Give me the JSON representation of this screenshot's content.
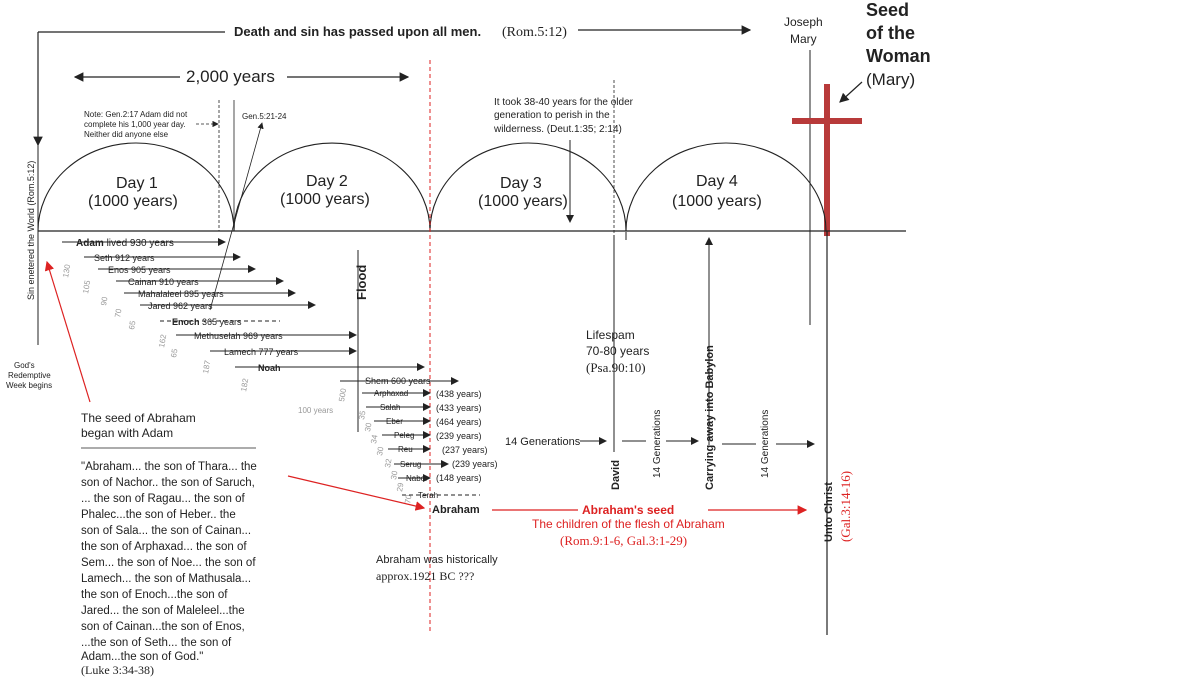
{
  "header": {
    "death_text": "Death and sin has passed upon all men.",
    "death_ref": "(Rom.5:12)",
    "two_thousand": "2,000 years",
    "joseph": "Joseph",
    "mary": "Mary",
    "seed_line1": "Seed",
    "seed_line2": "of the",
    "seed_line3": "Woman",
    "seed_line4": "(Mary)"
  },
  "notes": {
    "gen_note_1": "Note: Gen.2:17 Adam did not",
    "gen_note_2": "complete his 1,000 year day.",
    "gen_note_3": "Neither did anyone else",
    "gen5": "Gen.5:21-24",
    "wilderness_1": "It took 38-40 years for the older",
    "wilderness_2": "generation to perish in the",
    "wilderness_3": "wilderness. (Deut.1:35; 2:14)"
  },
  "days": [
    {
      "label": "Day 1",
      "years": "(1000 years)"
    },
    {
      "label": "Day 2",
      "years": "(1000 years)"
    },
    {
      "label": "Day 3",
      "years": "(1000 years)"
    },
    {
      "label": "Day 4",
      "years": "(1000 years)"
    }
  ],
  "left": {
    "sin_entered": "Sin enetered the World  (Rom.5:12)",
    "gods_week_1": "God's",
    "gods_week_2": "Redemptive",
    "gods_week_3": "Week begins"
  },
  "patriarchs": [
    {
      "name": "Adam",
      "years": "lived 930 years"
    },
    {
      "name": "Seth",
      "years": "912  years"
    },
    {
      "name": "Enos",
      "years": "905 years"
    },
    {
      "name": "Cainan",
      "years": "910 years"
    },
    {
      "name": "Mahalaleel",
      "years": "895 years"
    },
    {
      "name": "Jared",
      "years": "962 years"
    },
    {
      "name": "Enoch",
      "years": "365 years"
    },
    {
      "name": "Methuselah",
      "years": "969 years"
    },
    {
      "name": "Lamech",
      "years": "777 years"
    },
    {
      "name": "Noah",
      "years": ""
    }
  ],
  "post_flood": [
    {
      "name": "Shem",
      "years": "600 years"
    },
    {
      "name": "Arphaxad",
      "years": "(438 years)"
    },
    {
      "name": "Salah",
      "years": "(433 years)"
    },
    {
      "name": "Eber",
      "years": "(464 years)"
    },
    {
      "name": "Peleg",
      "years": "(239 years)"
    },
    {
      "name": "Reu",
      "years": "(237 years)"
    },
    {
      "name": "Serug",
      "years": "(239 years)"
    },
    {
      "name": "Nabor",
      "years": "(148 years)"
    },
    {
      "name": "Terah",
      "years": ""
    }
  ],
  "birth_ages": [
    "130",
    "105",
    "90",
    "70",
    "65",
    "162",
    "65",
    "187",
    "182",
    "500",
    "35",
    "30",
    "34",
    "30",
    "32",
    "30",
    "29",
    "70"
  ],
  "flood": "Flood",
  "hundred_years": "100 years",
  "abraham": {
    "name": "Abraham",
    "seed_label": "The seed of Abraham",
    "seed_label2": "began with Adam",
    "historic_1": "Abraham was historically",
    "historic_2": "approx.1921 BC ???"
  },
  "luke_quote": [
    "\"Abraham... the son of Thara... the",
    "son of Nachor.. the son of Saruch,",
    "... the son of Ragau... the son of",
    "Phalec...the son of Heber.. the",
    "son of Sala... the son of Cainan...",
    "the son of Arphaxad... the son of",
    "Sem... the son of Noe... the son of",
    "Lamech... the son of Mathusala...",
    "the son of Enoch...the son of",
    "Jared... the son of Maleleel...the",
    "son of Cainan...the son of Enos,",
    "...the son of Seth... the son of",
    "Adam...the son of God.\"",
    "(Luke 3:34-38)"
  ],
  "lifespan": {
    "line1": "Lifespam",
    "line2": "70-80 years",
    "line3": "(Psa.90:10)"
  },
  "generations": {
    "first": "14 Generations",
    "second": "14 Generations",
    "third": "14 Generations",
    "david": "David",
    "babylon": "Carrying away into Babylon",
    "christ": "Unto Christ",
    "gal": "(Gal.3:14-16)"
  },
  "abrahams_seed": {
    "title": "Abraham's seed",
    "sub": "The children of the flesh of Abraham",
    "ref": "(Rom.9:1-6, Gal.3:1-29)"
  },
  "colors": {
    "accent_red": "#d22222",
    "cross": "#b83a3a"
  }
}
